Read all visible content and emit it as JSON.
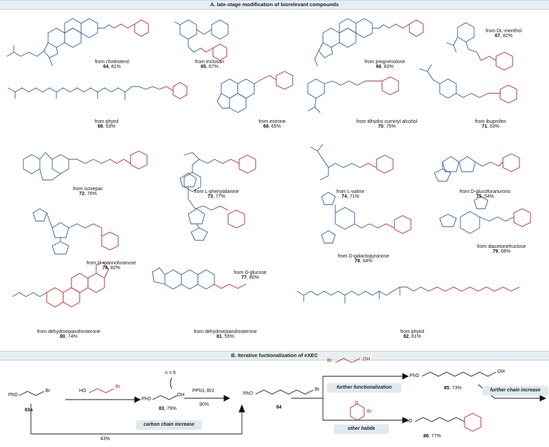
{
  "section_a_title": "A. late-stage modification of biorelevant compounds",
  "section_b_title": "B. Iterative fuctionalization of eXEC",
  "compounds": [
    {
      "source": "from cholesterol",
      "id": "64",
      "yield": "81%"
    },
    {
      "source": "from triclosan",
      "id": "65",
      "yield": "67%"
    },
    {
      "source": "from pregnenolone",
      "id": "66",
      "yield": "83%"
    },
    {
      "source": "from DL-menthol",
      "id": "67",
      "yield": "82%"
    },
    {
      "source": "from phytol",
      "id": "68",
      "yield": "63%"
    },
    {
      "source": "from estrone",
      "id": "69",
      "yield": "65%"
    },
    {
      "source": "from dihydro cuminyl alcohol",
      "id": "70",
      "yield": "75%"
    },
    {
      "source": "from ibuprofen",
      "id": "71",
      "yield": "63%"
    },
    {
      "source": "from isoxepac",
      "id": "72",
      "yield": "76%"
    },
    {
      "source": "from L-phenylalanine",
      "id": "73",
      "yield": "77%"
    },
    {
      "source": "from L-valine",
      "id": "74",
      "yield": "71%"
    },
    {
      "source": "from D-glucofuranurono",
      "id": "75",
      "yield": "54%"
    },
    {
      "source": "from D-mannofuranose",
      "id": "76",
      "yield": "82%"
    },
    {
      "source": "from D-glucose",
      "id": "77",
      "yield": "80%"
    },
    {
      "source": "from D-galactopyranose",
      "id": "78",
      "yield": "64%"
    },
    {
      "source": "from diacetonefructose",
      "id": "79",
      "yield": "68%"
    },
    {
      "source": "from dehydroepiandrosterone",
      "id": "80",
      "yield": "74%"
    },
    {
      "source": "from dehydroepiandrosterone",
      "id": "81",
      "yield": "55%"
    },
    {
      "source": "from phytol",
      "id": "82",
      "yield": "61%"
    }
  ],
  "scheme": {
    "start_id": "83a",
    "reagent1": "HO",
    "reagent1_br": "Br",
    "int_id": "83",
    "int_yield": "79%",
    "n_label": "n = 6",
    "step2_reagent": "PPh3, Br2",
    "step2_yield": "90%",
    "prod_id": "84",
    "direct_yield": "43%",
    "pill_carbon": "carbon chain increase",
    "pill_further": "further functionalization",
    "pill_halide": "other halide",
    "pill_further_chain": "further chain increase",
    "p85_id": "85",
    "p85_yield": "73%",
    "p86_id": "86",
    "p86_yield": "77%",
    "pho": "PhO",
    "br": "Br",
    "oh": "OH",
    "o": "O"
  },
  "colors": {
    "blue": "#2a5b9a",
    "red": "#b22222",
    "black": "#111111"
  }
}
